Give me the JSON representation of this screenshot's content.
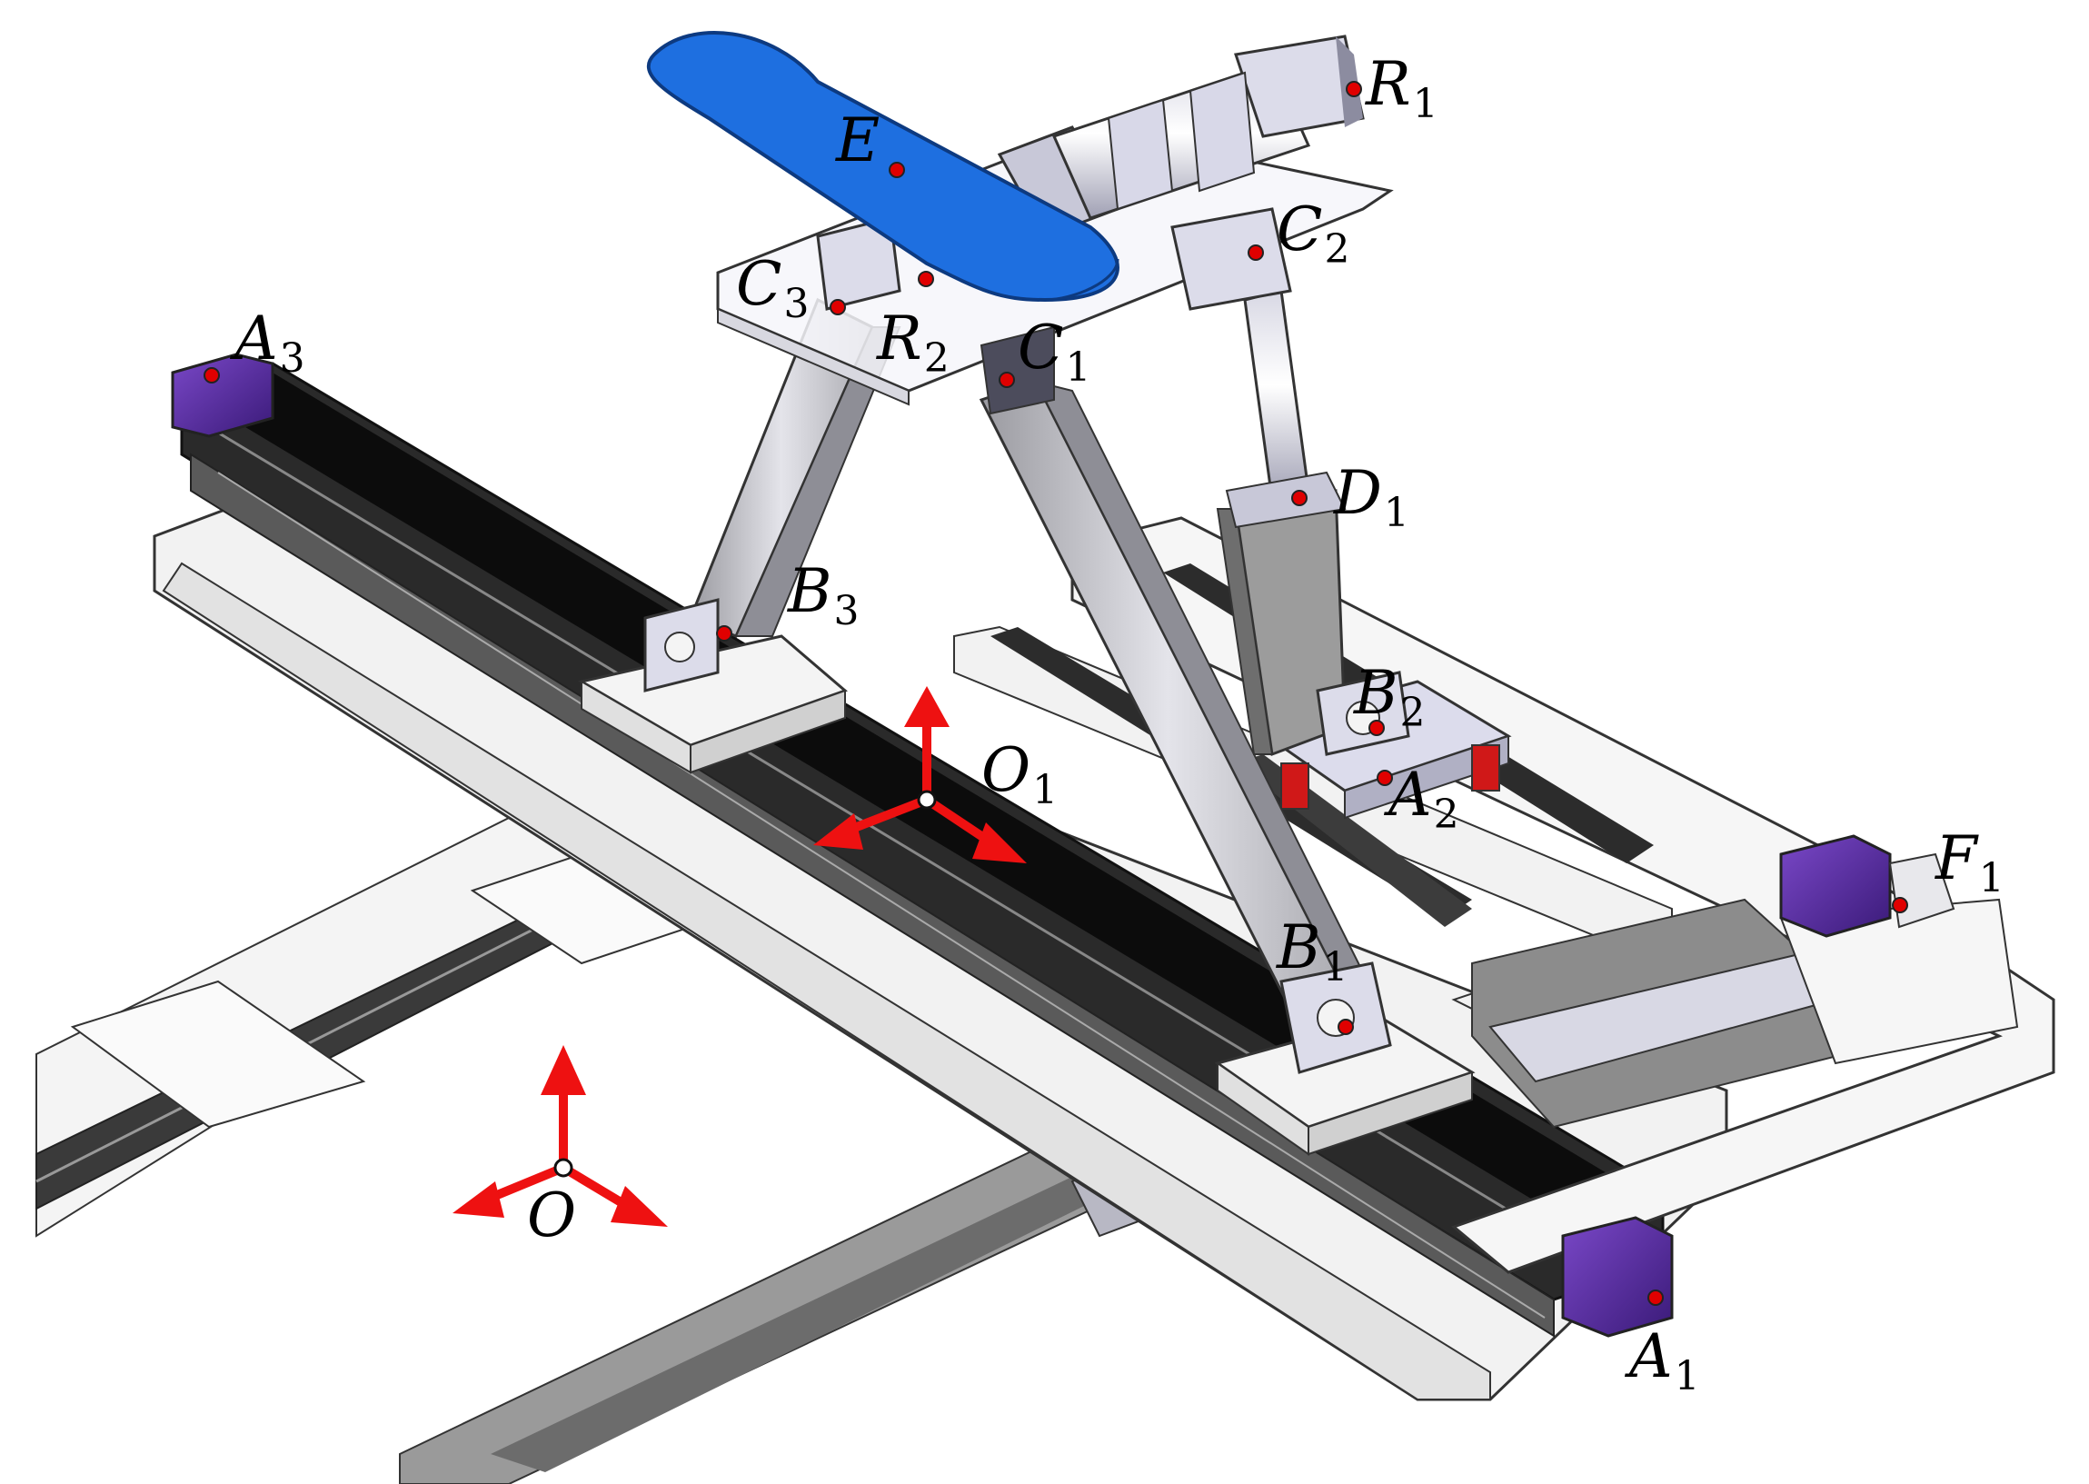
{
  "colors": {
    "marker": "#e00000",
    "arrow": "#ee1111",
    "motor": "#5a2aa0",
    "board": "#1e6fe0",
    "rail": "#111111",
    "metal": "#c4c4c8",
    "frame": "#f0f0f0",
    "outline": "#222222"
  },
  "labels": {
    "R1": {
      "letter": "R",
      "sub": "1"
    },
    "E": {
      "letter": "E",
      "sub": ""
    },
    "C2": {
      "letter": "C",
      "sub": "2"
    },
    "C3": {
      "letter": "C",
      "sub": "3"
    },
    "R2": {
      "letter": "R",
      "sub": "2"
    },
    "C1": {
      "letter": "C",
      "sub": "1"
    },
    "A3": {
      "letter": "A",
      "sub": "3"
    },
    "D1": {
      "letter": "D",
      "sub": "1"
    },
    "B3": {
      "letter": "B",
      "sub": "3"
    },
    "B2": {
      "letter": "B",
      "sub": "2"
    },
    "O1": {
      "letter": "O",
      "sub": "1"
    },
    "A2": {
      "letter": "A",
      "sub": "2"
    },
    "F1": {
      "letter": "F",
      "sub": "1"
    },
    "B1": {
      "letter": "B",
      "sub": "1"
    },
    "O": {
      "letter": "O",
      "sub": ""
    },
    "A1": {
      "letter": "A",
      "sub": "1"
    }
  }
}
